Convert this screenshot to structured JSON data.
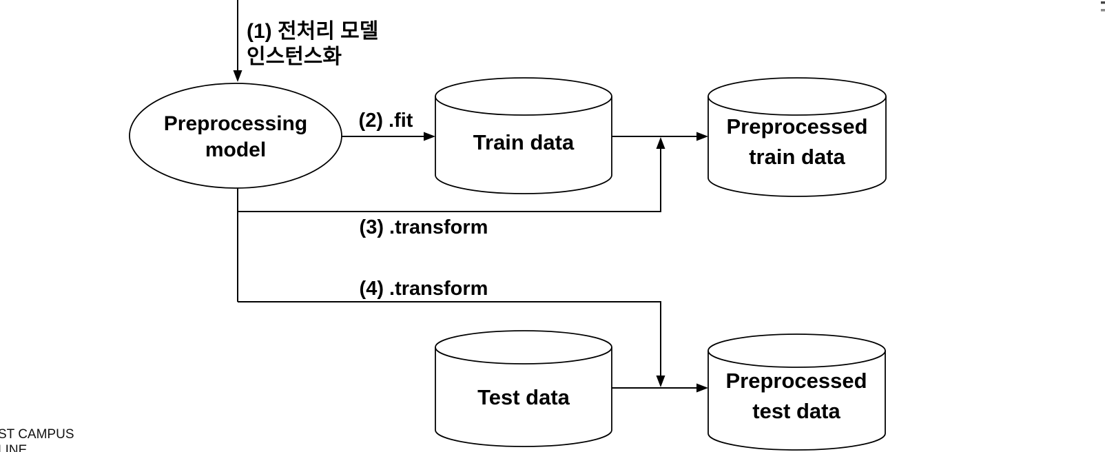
{
  "canvas": {
    "background": "#ffffff",
    "line_color": "#000000",
    "text_color": "#000000"
  },
  "nodes": {
    "preprocessing_model": {
      "shape": "ellipse",
      "line1": "Preprocessing",
      "line2": "model"
    },
    "train_data": {
      "shape": "cylinder",
      "label": "Train data"
    },
    "preprocessed_train_data": {
      "shape": "cylinder",
      "line1": "Preprocessed",
      "line2": "train data"
    },
    "test_data": {
      "shape": "cylinder",
      "label": "Test data"
    },
    "preprocessed_test_data": {
      "shape": "cylinder",
      "line1": "Preprocessed",
      "line2": "test data"
    }
  },
  "steps": {
    "step1": {
      "line1": "(1) 전처리 모델",
      "line2": "인스턴스화"
    },
    "step2": {
      "label": "(2) .fit"
    },
    "step3": {
      "label": "(3) .transform"
    },
    "step4": {
      "label": "(4) .transform"
    }
  },
  "watermark": {
    "line1": "ST CAMPUS",
    "line2": "LINE"
  }
}
